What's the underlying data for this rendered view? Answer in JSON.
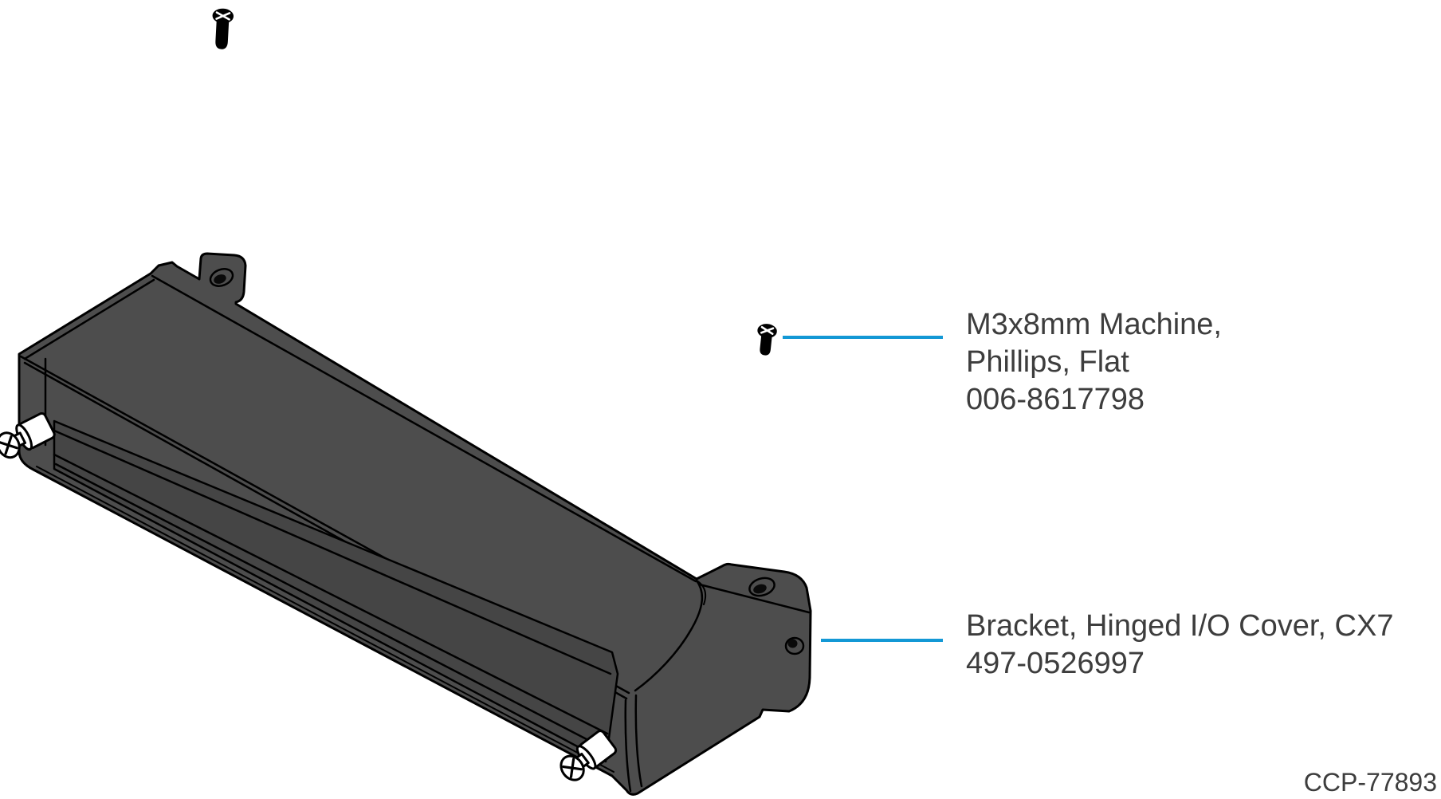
{
  "figure": {
    "code": "CCP-77893",
    "colors": {
      "accent": "#1398d5",
      "part_gray": "#4d4d4d",
      "channel_gray": "#454545",
      "outline": "#000000",
      "text": "#3d3d3d",
      "background": "#ffffff"
    },
    "callouts": [
      {
        "id": "machine-screw",
        "lines": [
          "M3x8mm Machine,",
          "Phillips, Flat",
          "006-8617798"
        ]
      },
      {
        "id": "hinged-io-cover-bracket",
        "lines": [
          "Bracket, Hinged I/O Cover, CX7",
          "497-0526997"
        ]
      }
    ]
  }
}
